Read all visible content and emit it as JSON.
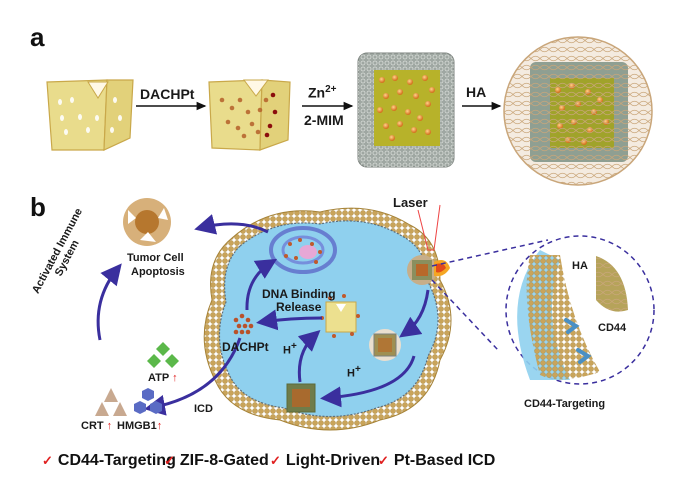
{
  "panel_a": {
    "letter": "a",
    "steps": [
      {
        "arrow_label_top": "DACHPt",
        "arrow_label_bottom": ""
      },
      {
        "arrow_label_top": "Zn",
        "arrow_label_top_sup": "2+",
        "arrow_label_bottom": "2-MIM"
      },
      {
        "arrow_label_top": "HA",
        "arrow_label_bottom": ""
      }
    ],
    "stages": [
      "hollow-cage",
      "drug-loaded-cage",
      "zif8-coated-cage",
      "ha-wrapped-nanoparticle"
    ]
  },
  "panel_b": {
    "letter": "b",
    "labels": {
      "laser": "Laser",
      "tumor_apoptosis_1": "Tumor Cell",
      "tumor_apoptosis_2": "Apoptosis",
      "immune_1": "Activated Immune",
      "immune_2": "System",
      "dna_binding_1": "DNA Binding",
      "dna_binding_2": "Release",
      "dachpt": "DACHPt",
      "h_plus_1": "H",
      "h_plus_2": "H",
      "h_plus_sup": "+",
      "icd": "ICD",
      "atp": "ATP",
      "crt": "CRT",
      "hmgb1": "HMGB1",
      "up_arrow": "↑",
      "ha": "HA",
      "cd44": "CD44",
      "cd44_targeting": "CD44-Targeting"
    }
  },
  "features": [
    {
      "check": "✓",
      "label": "CD44-Targeting"
    },
    {
      "check": "✓",
      "label": "ZIF-8-Gated"
    },
    {
      "check": "✓",
      "label": "Light-Driven"
    },
    {
      "check": "✓",
      "label": "Pt-Based ICD"
    }
  ],
  "colors": {
    "arrow_blue": "#3a2f9e",
    "cage_yellow": "#e8d98a",
    "cell_blue": "#8fd0ee",
    "membrane": "#c9a45a",
    "check_red": "#e02020",
    "atp_green": "#5bb84a",
    "hmgb1_blue": "#5a6bc4",
    "crt_tan": "#c8a990"
  }
}
